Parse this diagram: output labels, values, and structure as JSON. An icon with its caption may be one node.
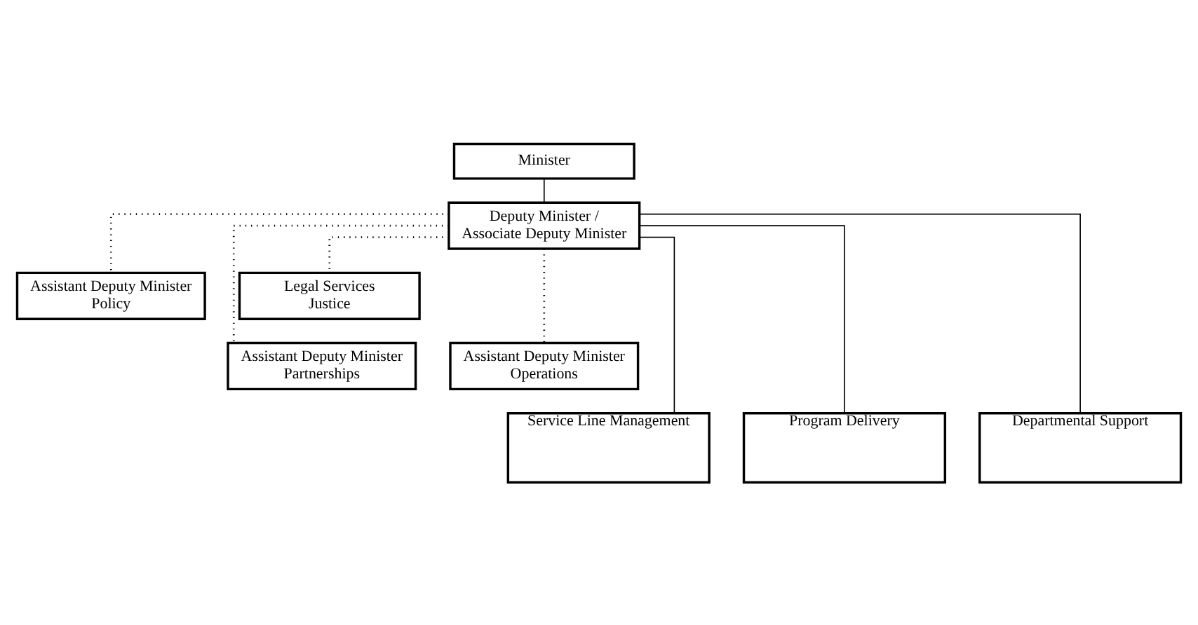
{
  "diagram": {
    "nodes": [
      {
        "text": [
          "Minister"
        ]
      },
      {
        "text": [
          "Deputy Minister / Associate Deputy Minister"
        ]
      },
      {
        "text": [
          "Assistant Deputy Minister",
          "Policy"
        ]
      },
      {
        "text": [
          "Legal Services",
          "Justice"
        ]
      },
      {
        "text": [
          "Assistant Deputy Minister",
          "Partnerships"
        ]
      },
      {
        "text": [
          "Assistant Deputy Minister",
          "Operations"
        ]
      },
      {
        "text": [
          "Service Line Management"
        ]
      },
      {
        "text": [
          "Program Delivery"
        ]
      },
      {
        "text": [
          "Departmental Support"
        ]
      }
    ],
    "edges": [
      {
        "from": 0,
        "to": 1,
        "arrow": "none"
      },
      {
        "from": 1,
        "to": 2,
        "arrow": "none",
        "style": "dashed"
      },
      {
        "from": 1,
        "to": 3,
        "arrow": "none",
        "style": "dashed"
      },
      {
        "from": 1,
        "to": 4,
        "arrow": "none",
        "style": "dashed"
      },
      {
        "from": 1,
        "to": 5,
        "arrow": "none",
        "style": "dashed"
      },
      {
        "from": 1,
        "to": 6,
        "arrow": "none"
      },
      {
        "from": 1,
        "to": 7,
        "arrow": "none"
      },
      {
        "from": 1,
        "to": 8,
        "arrow": "none"
      }
    ]
  }
}
